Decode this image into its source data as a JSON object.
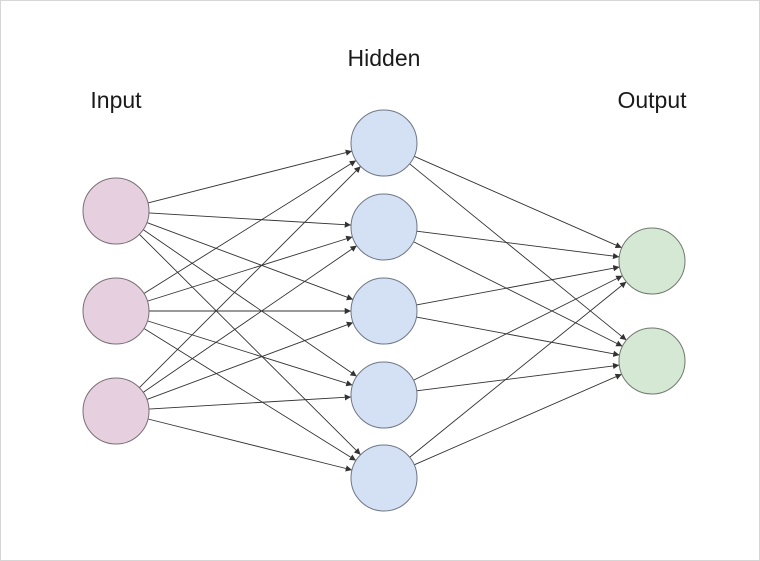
{
  "diagram": {
    "layers": [
      {
        "id": "input",
        "label": "Input",
        "node_count": 3,
        "color": "#e6d0df",
        "stroke": "#7a6f75"
      },
      {
        "id": "hidden",
        "label": "Hidden",
        "node_count": 5,
        "color": "#d4e1f5",
        "stroke": "#6f7785"
      },
      {
        "id": "output",
        "label": "Output",
        "node_count": 2,
        "color": "#d5e8d4",
        "stroke": "#6f7a6f"
      }
    ],
    "connections": "fully-connected",
    "edge_color": "#333333",
    "arrowheads": true
  }
}
